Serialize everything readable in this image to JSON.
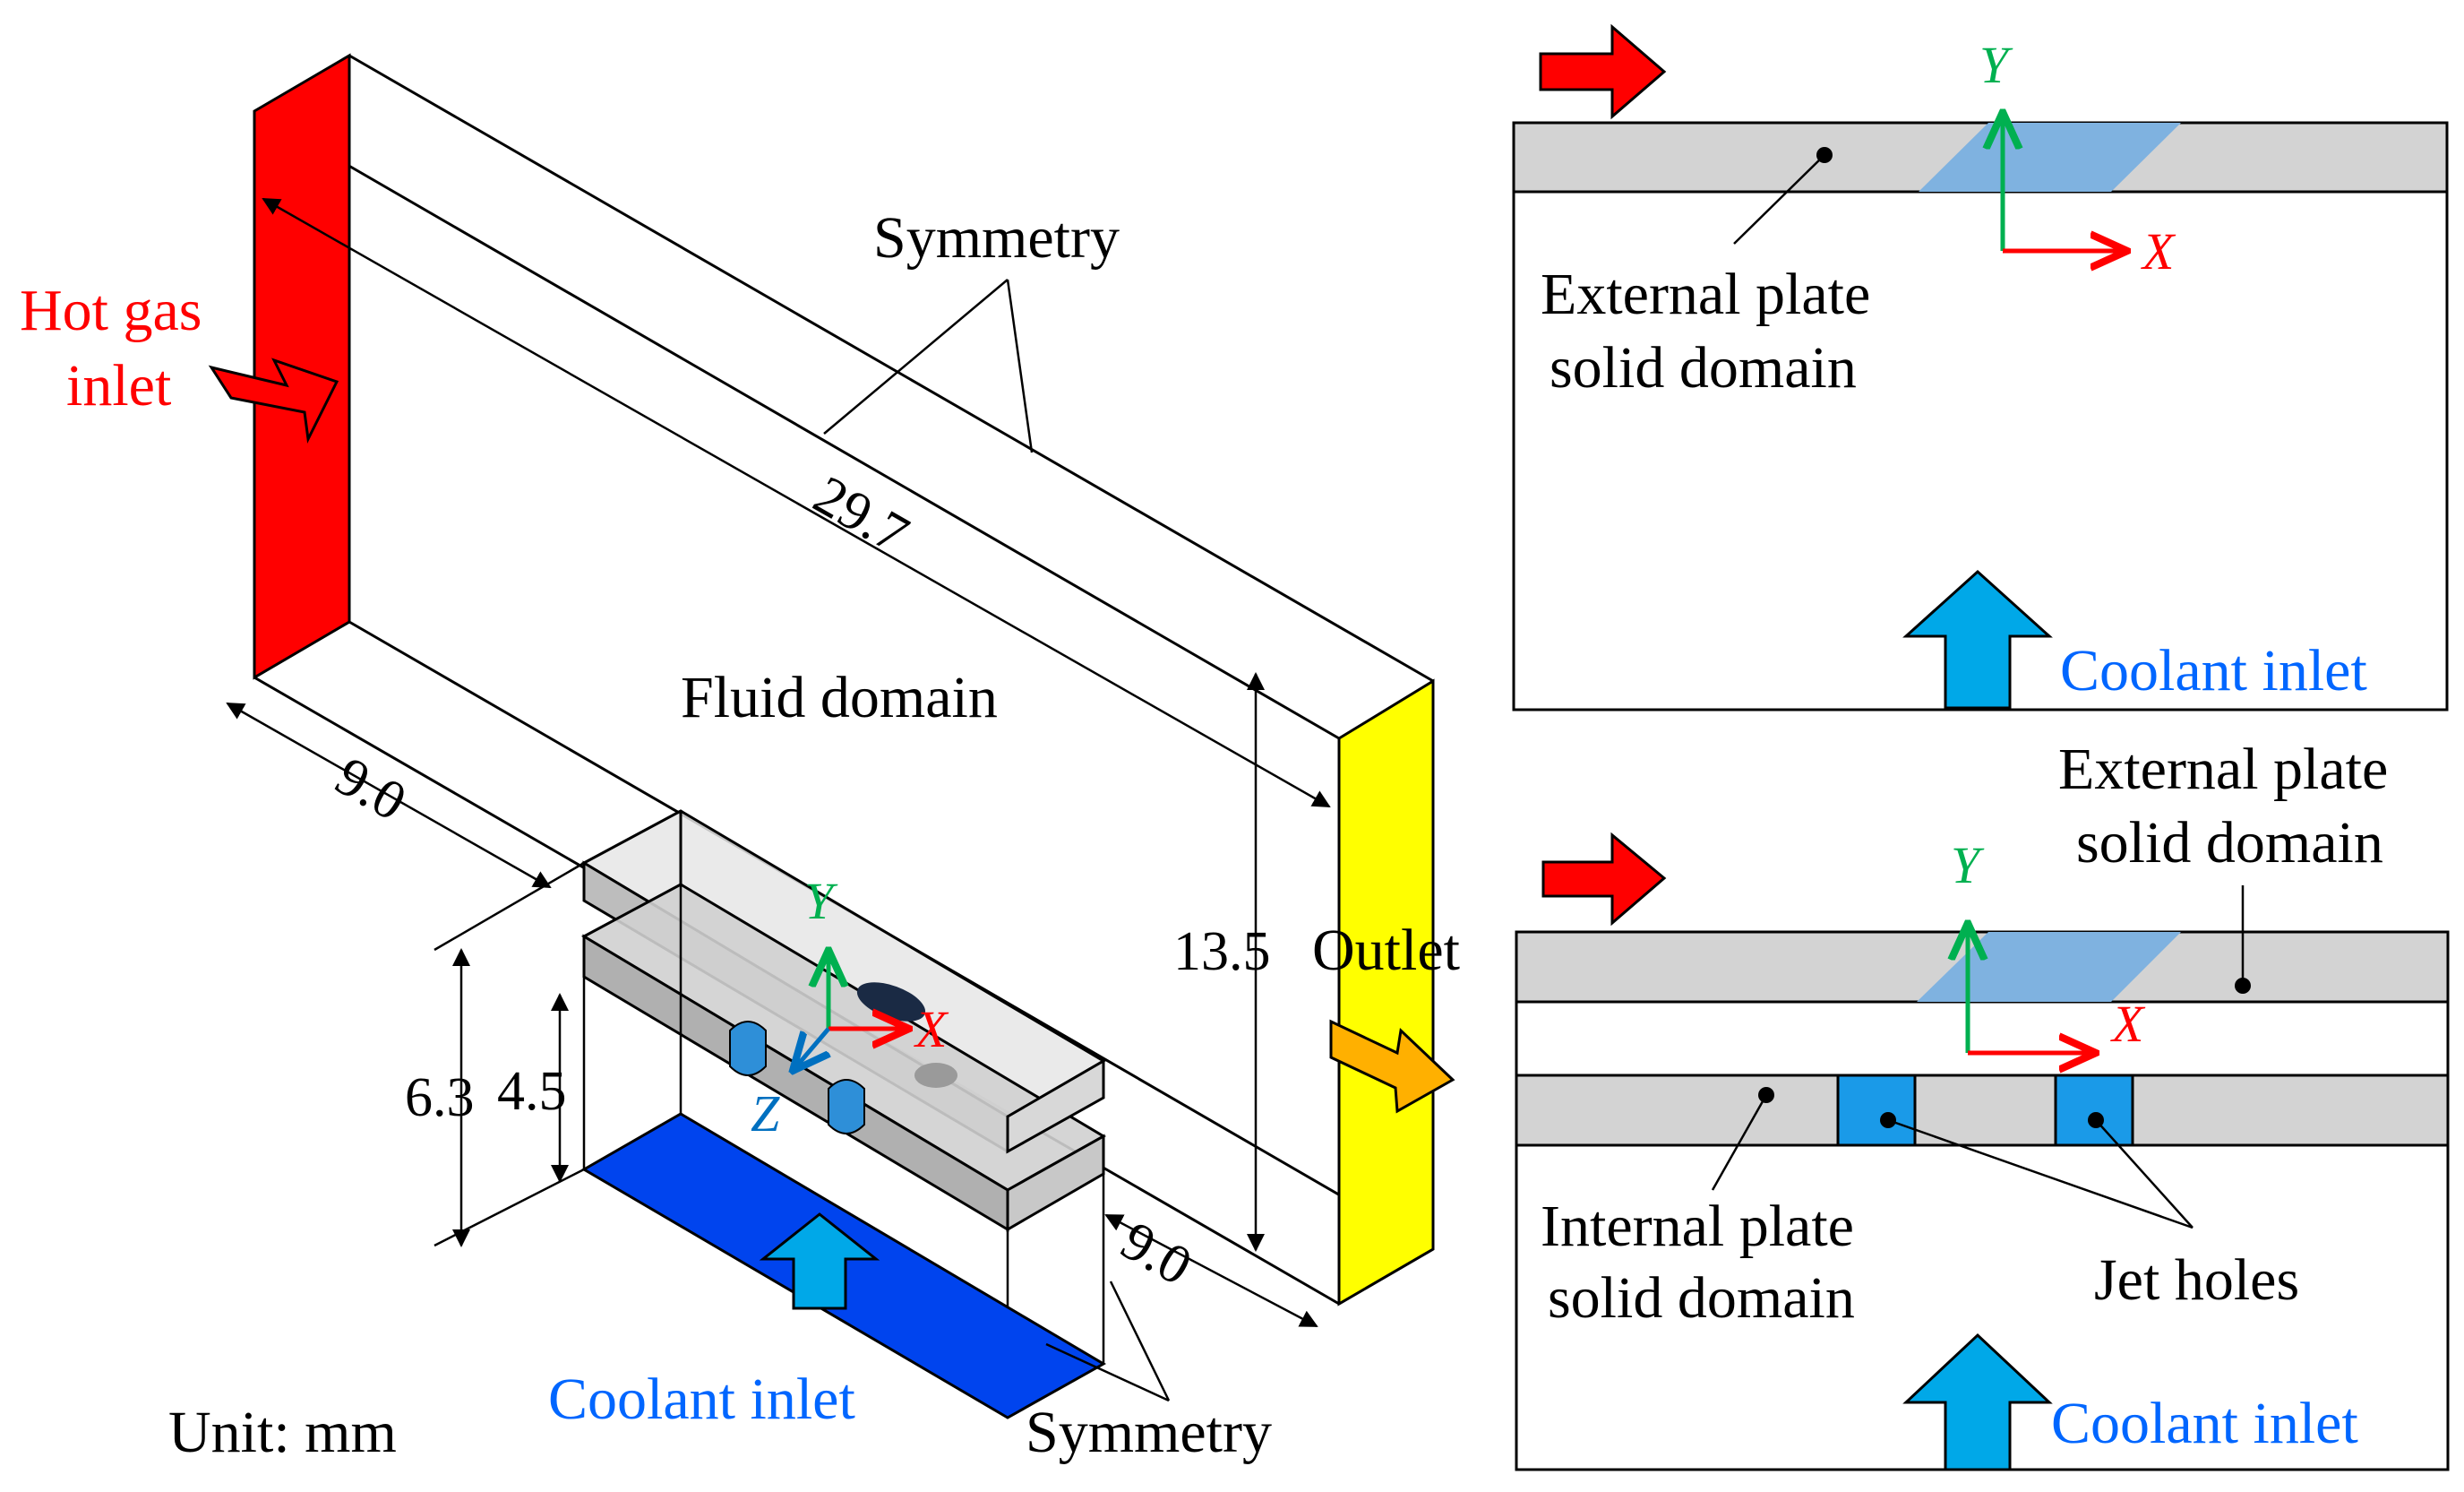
{
  "labels": {
    "hot_gas_inlet_line1": "Hot gas",
    "hot_gas_inlet_line2": "inlet",
    "symmetry_top": "Symmetry",
    "fluid_domain": "Fluid domain",
    "outlet": "Outlet",
    "coolant_inlet_main": "Coolant inlet",
    "symmetry_bottom": "Symmetry",
    "unit": "Unit: mm",
    "external_plate_top_line1": "External plate",
    "external_plate_top_line2": "solid domain",
    "coolant_inlet_top_right": "Coolant inlet",
    "external_plate_bottom_line1": "External plate",
    "external_plate_bottom_line2": "solid domain",
    "internal_plate_line1": "Internal plate",
    "internal_plate_line2": "solid domain",
    "jet_holes": "Jet holes",
    "coolant_inlet_bottom_right": "Coolant inlet"
  },
  "dimensions": {
    "length": "29.7",
    "width_top": "9.0",
    "width_bottom": "9.0",
    "height": "13.5",
    "plate_height_outer": "6.3",
    "plate_height_inner": "4.5"
  },
  "axes": {
    "x": "X",
    "y": "Y",
    "z": "Z"
  },
  "colors": {
    "hot_gas_red": "#ff0000",
    "outlet_yellow": "#ffff00",
    "outlet_arrow_orange": "#ffb000",
    "coolant_blue": "#0044ee",
    "coolant_arrow_blue": "#00a8e8",
    "plate_gray": "#d3d3d3",
    "hole_blue": "#7fb2e0",
    "axis_green": "#00b050",
    "axis_red": "#ff0000",
    "axis_blue": "#0070c0"
  }
}
